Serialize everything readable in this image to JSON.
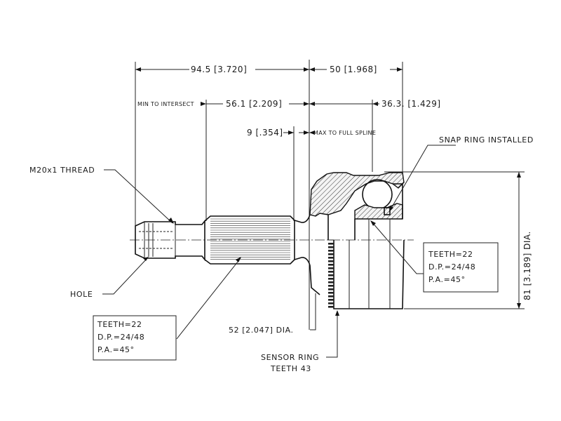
{
  "dimensions": {
    "overall_left": "94.5 [3.720]",
    "overall_right": "50 [1.968]",
    "min_to_intersect_label": "MIN TO INTERSECT",
    "spline_length": "56.1 [2.209]",
    "right_inner": "36.3. [1.429]",
    "spline_runout": "9 [.354]",
    "max_full_spline_label": "MAX TO FULL SPLINE",
    "outer_diameter": "81 [3.189] DIA.",
    "sensor_diameter": "52 [2.047] DIA."
  },
  "labels": {
    "thread": "M20x1 THREAD",
    "hole": "HOLE",
    "snap_ring": "SNAP RING INSTALLED",
    "sensor_ring_line1": "SENSOR RING",
    "sensor_ring_line2": "TEETH 43"
  },
  "spec_boxes": {
    "shaft": {
      "teeth": "TEETH=22",
      "dp": "D.P.=24/48",
      "pa": "P.A.=45°"
    },
    "joint": {
      "teeth": "TEETH=22",
      "dp": "D.P.=24/48",
      "pa": "P.A.=45°"
    }
  }
}
